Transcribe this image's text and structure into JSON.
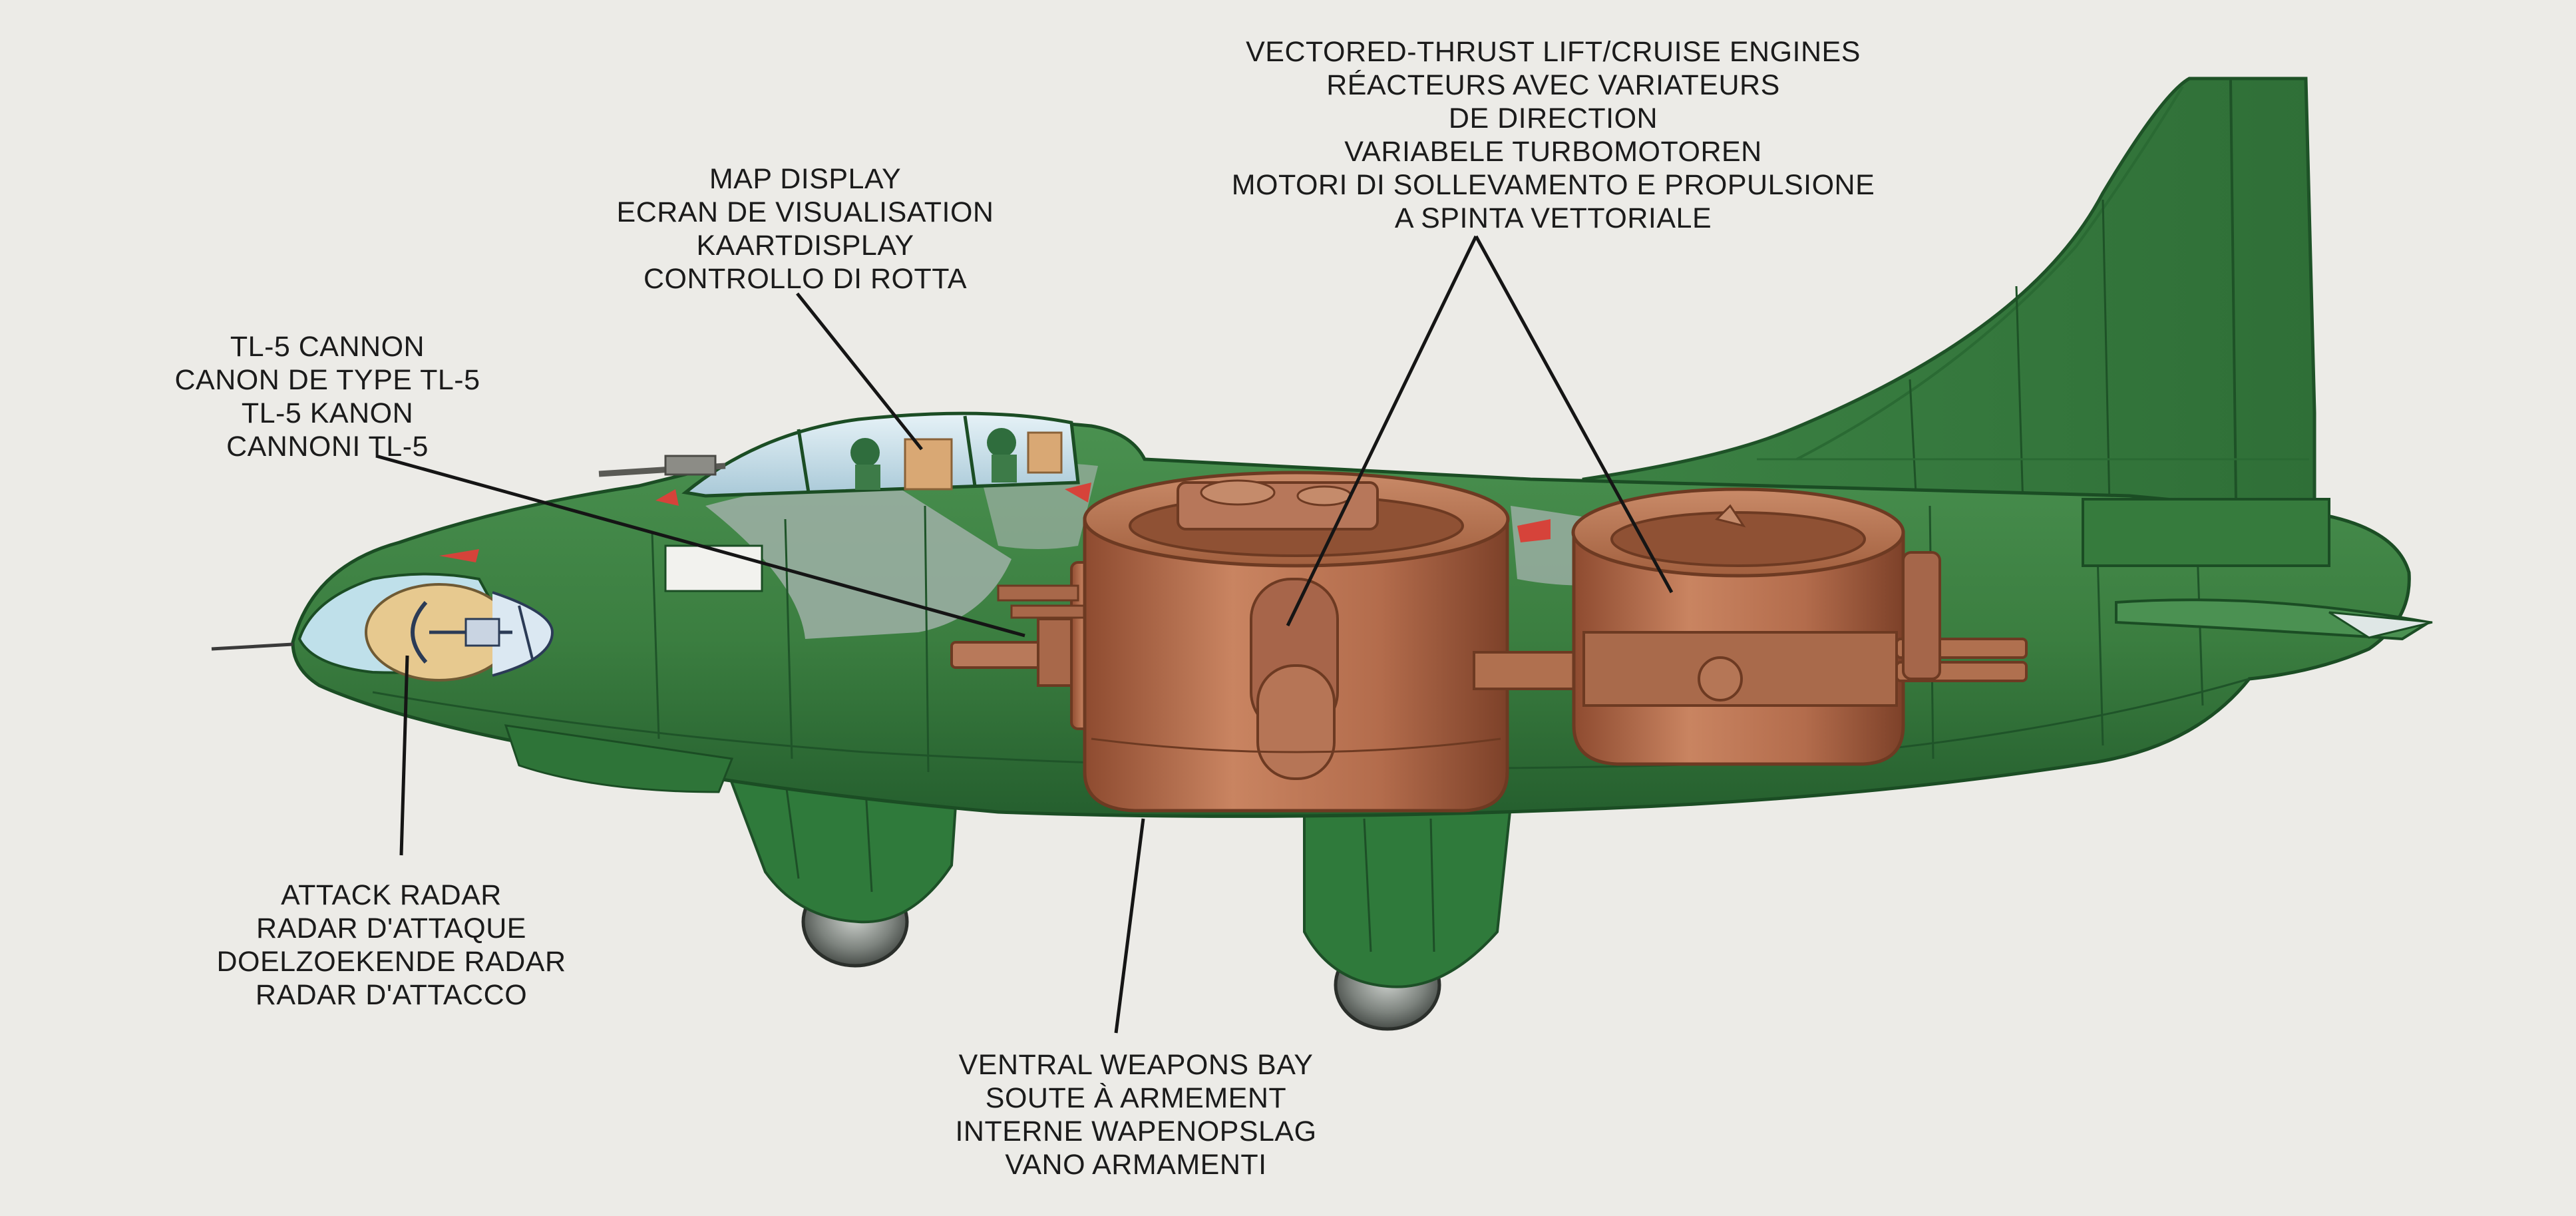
{
  "colors": {
    "background": "#ecebe7",
    "airframe_green": "#3d8040",
    "airframe_dark": "#1f5a2a",
    "camo_grey": "#9aa9a2",
    "engine_copper": "#b0694a",
    "engine_dark": "#7a4028",
    "canopy_blue": "#cfe4ee",
    "radome_tan": "#e7c98f",
    "insignia_red": "#d6433a",
    "leader_line": "#151515"
  },
  "callouts": {
    "engines": {
      "lines": [
        "VECTORED-THRUST LIFT/CRUISE ENGINES",
        "RÉACTEURS AVEC VARIATEURS",
        "DE DIRECTION",
        "VARIABELE TURBOMOTOREN",
        "MOTORI DI SOLLEVAMENTO E PROPULSIONE",
        "A SPINTA VETTORIALE"
      ]
    },
    "map_display": {
      "lines": [
        "MAP DISPLAY",
        "ECRAN DE VISUALISATION",
        "KAARTDISPLAY",
        "CONTROLLO DI ROTTA"
      ]
    },
    "cannon": {
      "lines": [
        "TL-5 CANNON",
        "CANON DE TYPE TL-5",
        "TL-5 KANON",
        "CANNONI TL-5"
      ]
    },
    "attack_radar": {
      "lines": [
        "ATTACK RADAR",
        "RADAR D'ATTAQUE",
        "DOELZOEKENDE RADAR",
        "RADAR D'ATTACCO"
      ]
    },
    "weapons_bay": {
      "lines": [
        "VENTRAL WEAPONS BAY",
        "SOUTE À ARMEMENT",
        "INTERNE WAPENOPSLAG",
        "VANO ARMAMENTI"
      ]
    }
  }
}
